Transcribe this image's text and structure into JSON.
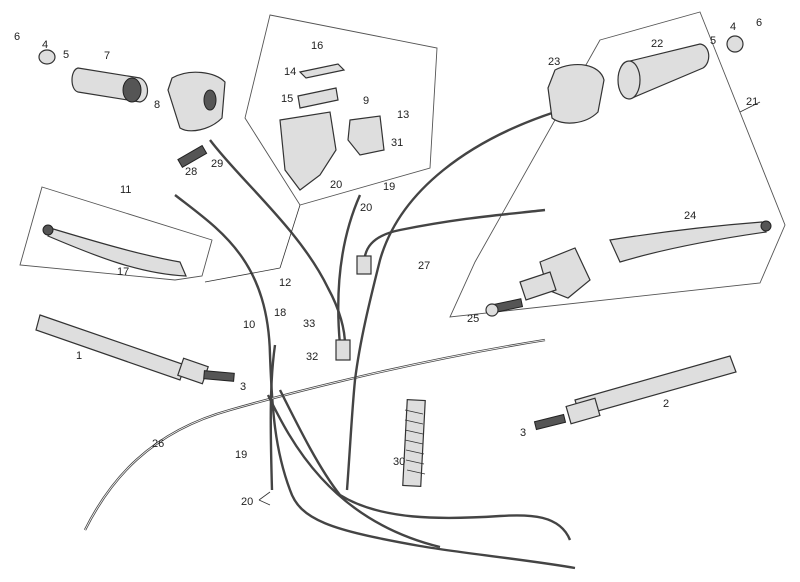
{
  "labels": {
    "l1": "1",
    "l2": "2",
    "l3a": "3",
    "l3b": "3",
    "l4a": "4",
    "l4b": "4",
    "l5a": "5",
    "l5b": "5",
    "l6a": "6",
    "l6b": "6",
    "l7": "7",
    "l8": "8",
    "l9": "9",
    "l10": "10",
    "l11": "11",
    "l12": "12",
    "l13": "13",
    "l14": "14",
    "l15": "15",
    "l16": "16",
    "l17": "17",
    "l18": "18",
    "l19a": "19",
    "l19b": "19",
    "l20a": "20",
    "l20b": "20",
    "l20c": "20",
    "l21": "21",
    "l22": "22",
    "l23": "23",
    "l24": "24",
    "l25": "25",
    "l26": "26",
    "l27": "27",
    "l28": "28",
    "l29": "29",
    "l30": "30",
    "l31": "31",
    "l32": "32",
    "l33": "33"
  },
  "colors": {
    "stroke": "#333333",
    "fill": "#dedede",
    "background": "#ffffff"
  }
}
